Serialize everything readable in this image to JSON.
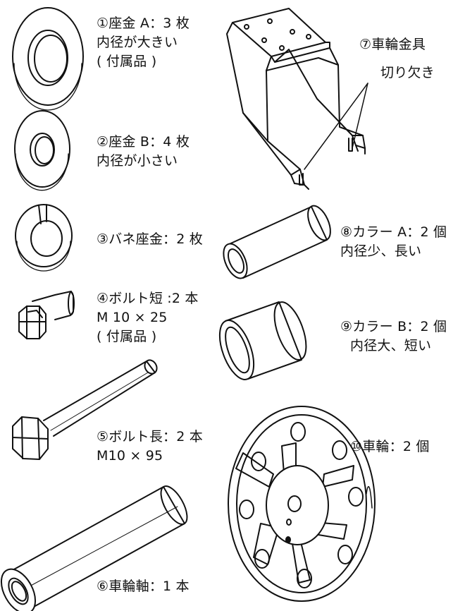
{
  "parts": [
    {
      "id": "washer-a",
      "lines": [
        "①座金 A：3 枚",
        "内径が大きい",
        "( 付属品 )"
      ]
    },
    {
      "id": "washer-b",
      "lines": [
        "②座金 B：4 枚",
        "内径が小さい"
      ]
    },
    {
      "id": "spring-washer",
      "lines": [
        "③バネ座金：2 枚"
      ]
    },
    {
      "id": "short-bolt",
      "lines": [
        "④ボルト短 :2 本",
        "M 10 × 25",
        "( 付属品 )"
      ]
    },
    {
      "id": "long-bolt",
      "lines": [
        "⑤ボルト長：2 本",
        "M10 × 95"
      ]
    },
    {
      "id": "axle",
      "lines": [
        "⑥車輪軸：1 本"
      ]
    },
    {
      "id": "bracket",
      "lines": [
        "⑦車輪金具"
      ]
    },
    {
      "id": "notch",
      "lines": [
        "切り欠き"
      ]
    },
    {
      "id": "collar-a",
      "lines": [
        "⑧カラー A：2 個",
        "内径少、長い"
      ]
    },
    {
      "id": "collar-b",
      "lines": [
        "⑨カラー B：2 個",
        "内径大、短い"
      ]
    },
    {
      "id": "wheel",
      "lines": [
        "⑩車輪：2 個"
      ]
    }
  ]
}
